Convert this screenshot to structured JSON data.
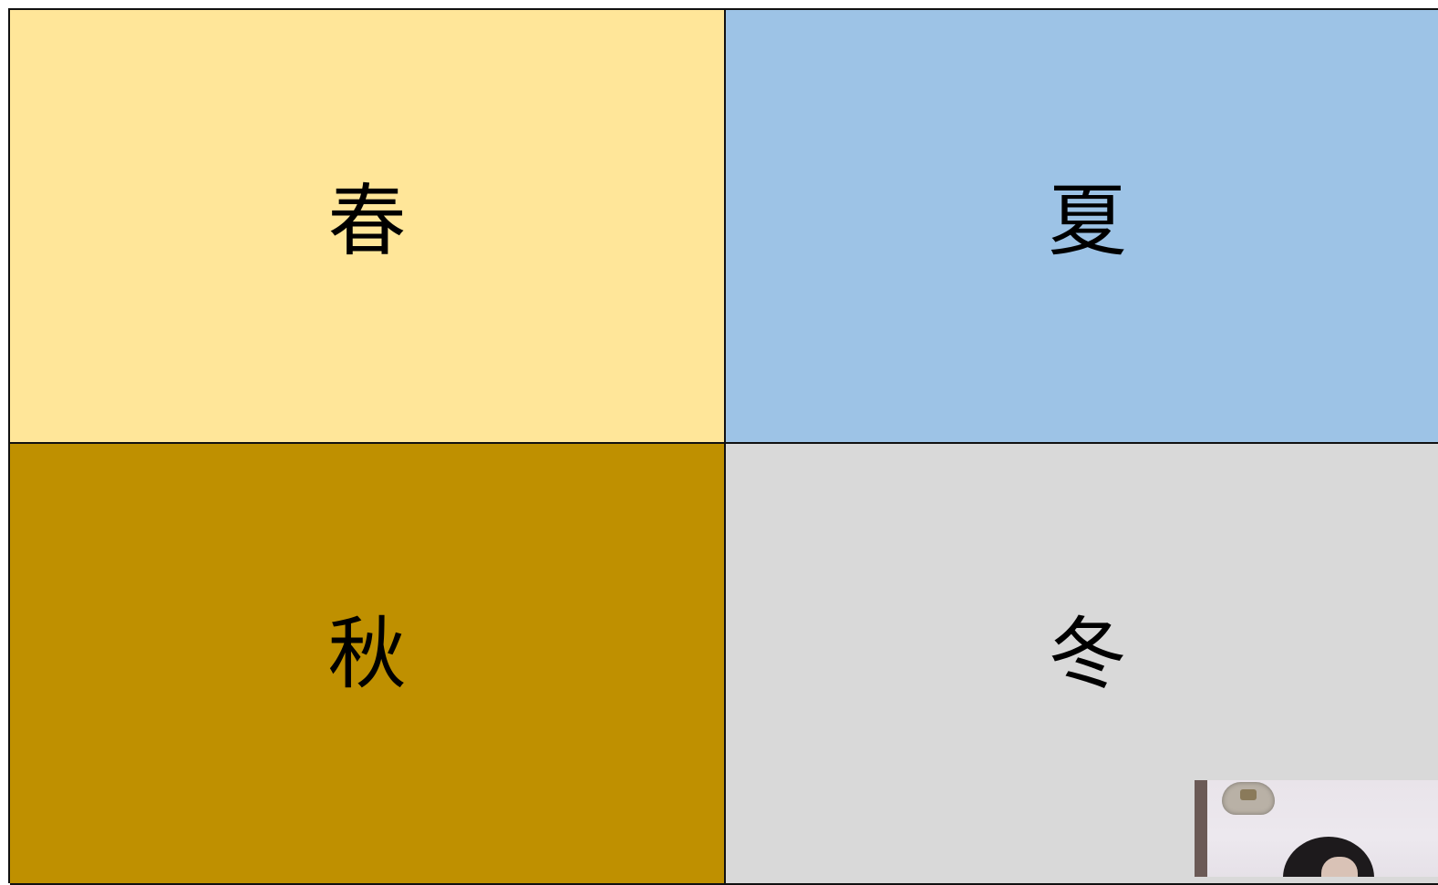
{
  "quadrants": [
    {
      "label": "春",
      "color": "#FFE699"
    },
    {
      "label": "夏",
      "color": "#9DC3E6"
    },
    {
      "label": "秋",
      "color": "#BF9000"
    },
    {
      "label": "冬",
      "color": "#D9D9D9"
    }
  ]
}
